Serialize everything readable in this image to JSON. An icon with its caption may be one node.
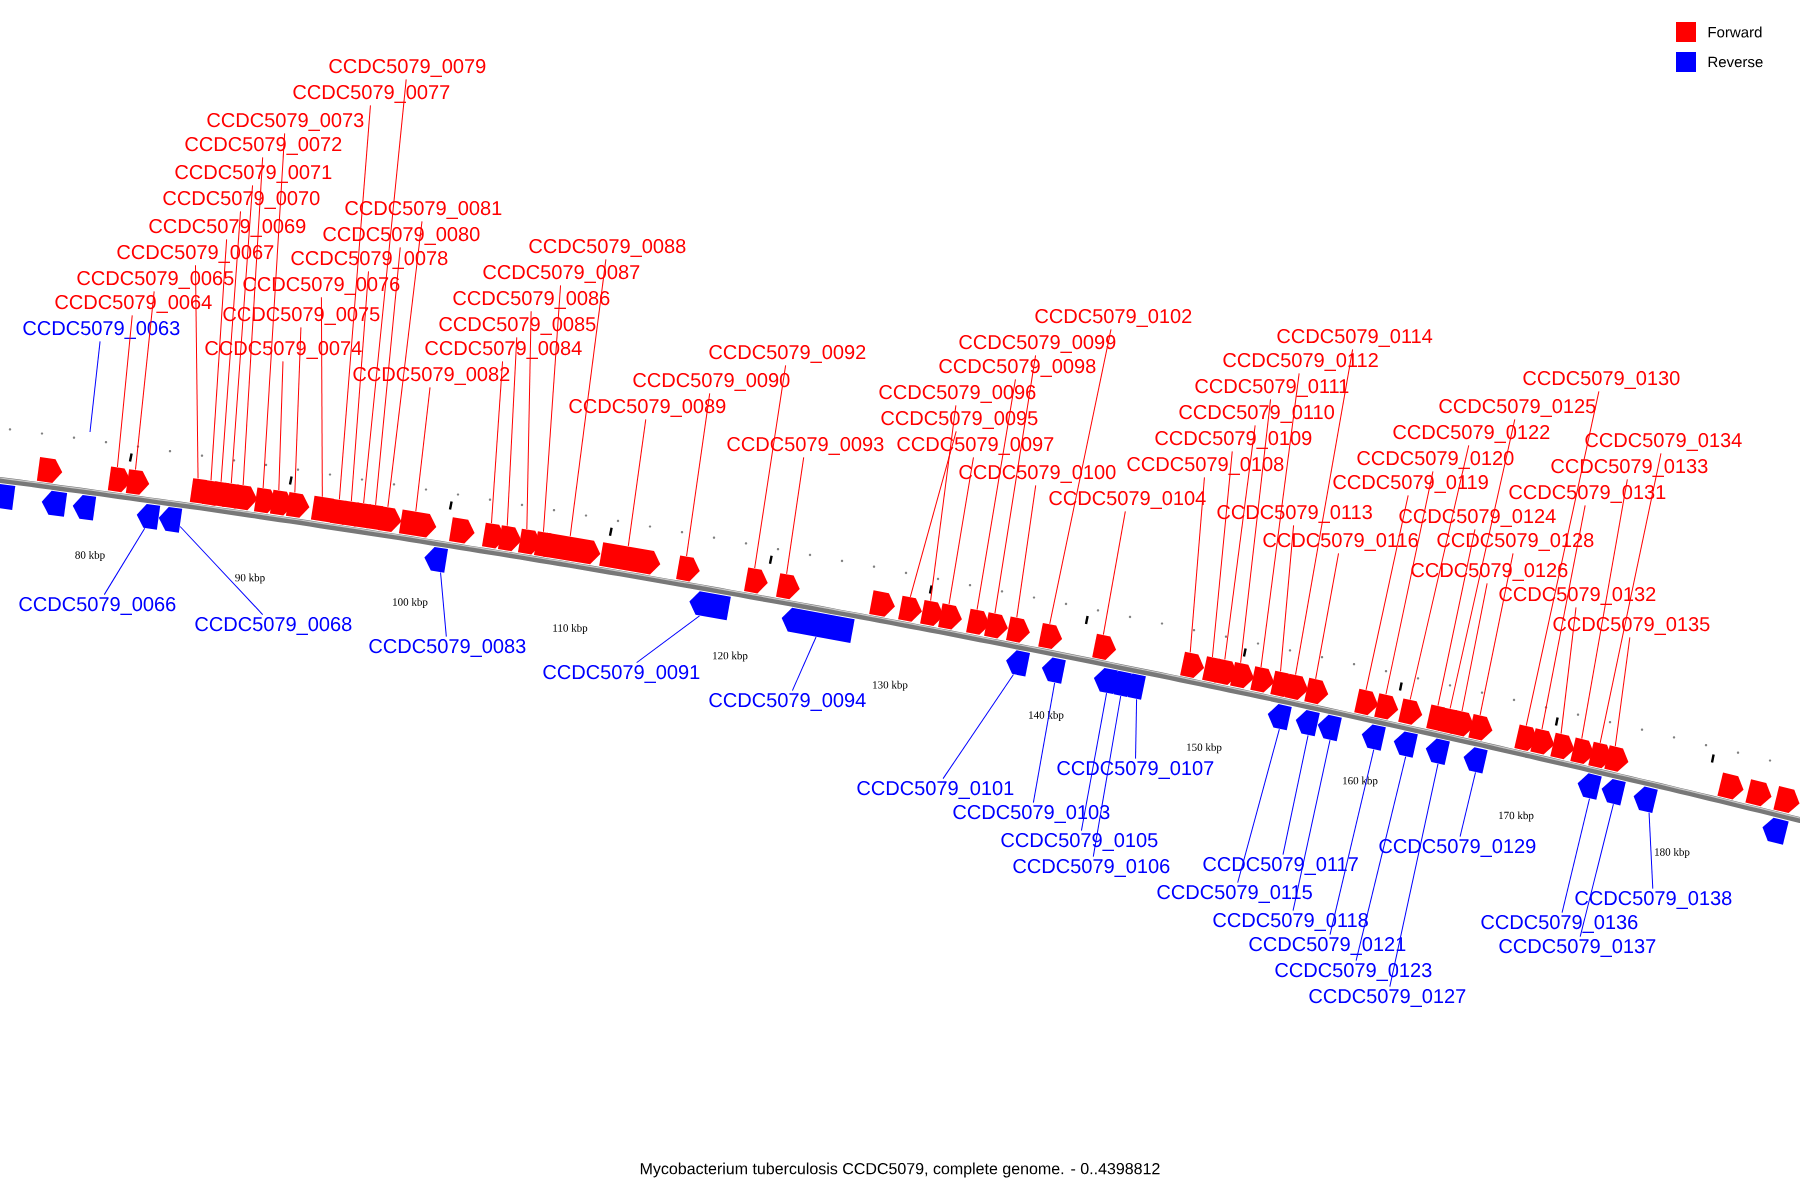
{
  "diagram": {
    "caption": "Mycobacterium tuberculosis CCDC5079, complete genome. - 0..4398812",
    "nodes": [
      {
        "text": [
          "CCDC5079_0063"
        ]
      },
      {
        "text": [
          "CCDC5079_0064"
        ]
      },
      {
        "text": [
          "CCDC5079_0065"
        ]
      },
      {
        "text": [
          "CCDC5079_0066"
        ]
      },
      {
        "text": [
          "CCDC5079_0067"
        ]
      },
      {
        "text": [
          "CCDC5079_0068"
        ]
      },
      {
        "text": [
          "CCDC5079_0069"
        ]
      },
      {
        "text": [
          "CCDC5079_0070"
        ]
      },
      {
        "text": [
          "CCDC5079_0071"
        ]
      },
      {
        "text": [
          "CCDC5079_0072"
        ]
      },
      {
        "text": [
          "CCDC5079_0073"
        ]
      },
      {
        "text": [
          "CCDC5079_0074"
        ]
      },
      {
        "text": [
          "CCDC5079_0075"
        ]
      },
      {
        "text": [
          "CCDC5079_0076"
        ]
      },
      {
        "text": [
          "CCDC5079_0077"
        ]
      },
      {
        "text": [
          "CCDC5079_0078"
        ]
      },
      {
        "text": [
          "CCDC5079_0079"
        ]
      },
      {
        "text": [
          "CCDC5079_0080"
        ]
      },
      {
        "text": [
          "CCDC5079_0081"
        ]
      },
      {
        "text": [
          "CCDC5079_0082"
        ]
      },
      {
        "text": [
          "CCDC5079_0083"
        ]
      },
      {
        "text": [
          "CCDC5079_0084"
        ]
      },
      {
        "text": [
          "CCDC5079_0085"
        ]
      },
      {
        "text": [
          "CCDC5079_0086"
        ]
      },
      {
        "text": [
          "CCDC5079_0087"
        ]
      },
      {
        "text": [
          "CCDC5079_0088"
        ]
      },
      {
        "text": [
          "CCDC5079_0089"
        ]
      },
      {
        "text": [
          "CCDC5079_0090"
        ]
      },
      {
        "text": [
          "CCDC5079_0091"
        ]
      },
      {
        "text": [
          "CCDC5079_0092"
        ]
      },
      {
        "text": [
          "CCDC5079_0093"
        ]
      },
      {
        "text": [
          "CCDC5079_0094"
        ]
      },
      {
        "text": [
          "CCDC5079_0095"
        ]
      },
      {
        "text": [
          "CCDC5079_0096"
        ]
      },
      {
        "text": [
          "CCDC5079_0097"
        ]
      },
      {
        "text": [
          "CCDC5079_0098"
        ]
      },
      {
        "text": [
          "CCDC5079_0099"
        ]
      },
      {
        "text": [
          "CCDC5079_0100"
        ]
      },
      {
        "text": [
          "CCDC5079_0101"
        ]
      },
      {
        "text": [
          "CCDC5079_0102"
        ]
      },
      {
        "text": [
          "CCDC5079_0103"
        ]
      },
      {
        "text": [
          "CCDC5079_0104"
        ]
      },
      {
        "text": [
          "CCDC5079_0105"
        ]
      },
      {
        "text": [
          "CCDC5079_0106"
        ]
      },
      {
        "text": [
          "CCDC5079_0107"
        ]
      },
      {
        "text": [
          "CCDC5079_0108"
        ]
      },
      {
        "text": [
          "CCDC5079_0109"
        ]
      },
      {
        "text": [
          "CCDC5079_0110"
        ]
      },
      {
        "text": [
          "CCDC5079_0111"
        ]
      },
      {
        "text": [
          "CCDC5079_0112"
        ]
      },
      {
        "text": [
          "CCDC5079_0113"
        ]
      },
      {
        "text": [
          "CCDC5079_0114"
        ]
      },
      {
        "text": [
          "CCDC5079_0115"
        ]
      },
      {
        "text": [
          "CCDC5079_0116"
        ]
      },
      {
        "text": [
          "CCDC5079_0117"
        ]
      },
      {
        "text": [
          "CCDC5079_0118"
        ]
      },
      {
        "text": [
          "CCDC5079_0119"
        ]
      },
      {
        "text": [
          "CCDC5079_0120"
        ]
      },
      {
        "text": [
          "CCDC5079_0121"
        ]
      },
      {
        "text": [
          "CCDC5079_0122"
        ]
      },
      {
        "text": [
          "CCDC5079_0123"
        ]
      },
      {
        "text": [
          "CCDC5079_0124"
        ]
      },
      {
        "text": [
          "CCDC5079_0125"
        ]
      },
      {
        "text": [
          "CCDC5079_0126"
        ]
      },
      {
        "text": [
          "CCDC5079_0127"
        ]
      },
      {
        "text": [
          "CCDC5079_0128"
        ]
      },
      {
        "text": [
          "CCDC5079_0129"
        ]
      },
      {
        "text": [
          "CCDC5079_0130"
        ]
      },
      {
        "text": [
          "CCDC5079_0131"
        ]
      },
      {
        "text": [
          "CCDC5079_0132"
        ]
      },
      {
        "text": [
          "CCDC5079_0133"
        ]
      },
      {
        "text": [
          "CCDC5079_0134"
        ]
      },
      {
        "text": [
          "CCDC5079_0135"
        ]
      },
      {
        "text": [
          "CCDC5079_0136"
        ]
      },
      {
        "text": [
          "CCDC5079_0137"
        ]
      },
      {
        "text": [
          "CCDC5079_0138"
        ]
      },
      {
        "text": [],
        "shape": "arrow"
      },
      {
        "text": [],
        "shape": "arrow"
      },
      {
        "text": [],
        "shape": "arrow"
      },
      {
        "text": [],
        "shape": "arrow"
      },
      {
        "text": [],
        "shape": "arrow"
      },
      {
        "text": [],
        "shape": "arrow"
      },
      {
        "text": [],
        "shape": "arrow"
      },
      {
        "text": [],
        "shape": "arrow"
      },
      {
        "text": [],
        "shape": "arrow"
      },
      {
        "text": [],
        "shape": "arrow"
      },
      {
        "text": [],
        "shape": "arrow"
      },
      {
        "text": [],
        "shape": "arrow"
      },
      {
        "text": [],
        "shape": "arrow"
      },
      {
        "text": [],
        "shape": "arrow"
      },
      {
        "text": [],
        "shape": "arrow"
      },
      {
        "text": [],
        "shape": "arrow"
      },
      {
        "text": [],
        "shape": "arrow"
      },
      {
        "text": [],
        "shape": "arrow"
      },
      {
        "text": [],
        "shape": "arrow"
      },
      {
        "text": [],
        "shape": "arrow"
      },
      {
        "text": [],
        "shape": "arrow"
      },
      {
        "text": [],
        "shape": "arrow"
      },
      {
        "text": [],
        "shape": "arrow"
      },
      {
        "text": [],
        "shape": "arrow"
      },
      {
        "text": [],
        "shape": "arrow"
      },
      {
        "text": [],
        "shape": "arrow"
      },
      {
        "text": [],
        "shape": "arrow"
      },
      {
        "text": [],
        "shape": "arrow"
      },
      {
        "text": [],
        "shape": "arrow"
      },
      {
        "text": [],
        "shape": "arrow"
      },
      {
        "text": [],
        "shape": "arrow"
      },
      {
        "text": [],
        "shape": "arrow"
      },
      {
        "text": [],
        "shape": "arrow"
      },
      {
        "text": [],
        "shape": "arrow"
      },
      {
        "text": [],
        "shape": "arrow"
      },
      {
        "text": [],
        "shape": "arrow"
      },
      {
        "text": [],
        "shape": "arrow"
      },
      {
        "text": [],
        "shape": "arrow"
      },
      {
        "text": [],
        "shape": "arrow"
      },
      {
        "text": [],
        "shape": "arrow"
      },
      {
        "text": [],
        "shape": "arrow"
      },
      {
        "text": [],
        "shape": "arrow"
      },
      {
        "text": [],
        "shape": "arrow"
      },
      {
        "text": [],
        "shape": "arrow"
      },
      {
        "text": [],
        "shape": "arrow"
      },
      {
        "text": [],
        "shape": "arrow"
      },
      {
        "text": [],
        "shape": "arrow"
      },
      {
        "text": [],
        "shape": "arrow"
      },
      {
        "text": [],
        "shape": "arrow"
      },
      {
        "text": [],
        "shape": "arrow"
      },
      {
        "text": [],
        "shape": "arrow"
      },
      {
        "text": [],
        "shape": "arrow"
      },
      {
        "text": [],
        "shape": "arrow"
      },
      {
        "text": [],
        "shape": "arrow"
      },
      {
        "text": [],
        "shape": "arrow"
      },
      {
        "text": [],
        "shape": "arrow"
      },
      {
        "text": [],
        "shape": "arrow"
      },
      {
        "text": [],
        "shape": "arrow"
      },
      {
        "text": [],
        "shape": "arrow"
      },
      {
        "text": [],
        "shape": "arrow"
      },
      {
        "text": [],
        "shape": "arrow"
      },
      {
        "text": [],
        "shape": "arrow"
      },
      {
        "text": [],
        "shape": "arrow"
      },
      {
        "text": [],
        "shape": "arrow"
      },
      {
        "text": [],
        "shape": "arrow"
      },
      {
        "text": [],
        "shape": "arrow"
      },
      {
        "text": [],
        "shape": "arrow"
      },
      {
        "text": [],
        "shape": "arrow"
      },
      {
        "text": [],
        "shape": "arrow"
      },
      {
        "text": [],
        "shape": "arrow"
      },
      {
        "text": [],
        "shape": "arrow"
      },
      {
        "text": [],
        "shape": "arrow"
      },
      {
        "text": [],
        "shape": "arrow"
      },
      {
        "text": [],
        "shape": "arrow"
      },
      {
        "text": [],
        "shape": "arrow"
      },
      {
        "text": [],
        "shape": "arrow"
      },
      {
        "text": [],
        "shape": "arrow"
      },
      {
        "text": [],
        "shape": "arrow"
      },
      {
        "text": [],
        "shape": "arrow"
      },
      {
        "text": [],
        "shape": "arrow"
      },
      {
        "text": [],
        "shape": "arrow"
      },
      {
        "text": [],
        "shape": "arrow"
      },
      {
        "text": [],
        "shape": "arrow"
      },
      {
        "text": [],
        "shape": "arrow"
      },
      {
        "text": [],
        "shape": "arrow"
      }
    ],
    "edges": [
      {
        "from": 0,
        "to": null,
        "arrow": "none",
        "color": "#0000ff"
      },
      {
        "from": 1,
        "to": 77,
        "arrow": "none"
      },
      {
        "from": 2,
        "to": 78,
        "arrow": "none"
      },
      {
        "from": 3,
        "to": 79,
        "arrow": "none",
        "color": "#0000ff"
      },
      {
        "from": 4,
        "to": 80,
        "arrow": "none"
      },
      {
        "from": 5,
        "to": 81,
        "arrow": "none",
        "color": "#0000ff"
      },
      {
        "from": 6,
        "to": 82,
        "arrow": "none"
      },
      {
        "from": 7,
        "to": 83,
        "arrow": "none"
      },
      {
        "from": 8,
        "to": 84,
        "arrow": "none"
      },
      {
        "from": 9,
        "to": 85,
        "arrow": "none"
      },
      {
        "from": 10,
        "to": 86,
        "arrow": "none"
      },
      {
        "from": 11,
        "to": 87,
        "arrow": "none"
      },
      {
        "from": 12,
        "to": 88,
        "arrow": "none"
      },
      {
        "from": 13,
        "to": 89,
        "arrow": "none"
      },
      {
        "from": 14,
        "to": 90,
        "arrow": "none"
      },
      {
        "from": 15,
        "to": 91,
        "arrow": "none"
      },
      {
        "from": 16,
        "to": 92,
        "arrow": "none"
      },
      {
        "from": 17,
        "to": 93,
        "arrow": "none"
      },
      {
        "from": 18,
        "to": 94,
        "arrow": "none"
      },
      {
        "from": 19,
        "to": 95,
        "arrow": "none"
      },
      {
        "from": 20,
        "to": 96,
        "arrow": "none",
        "color": "#0000ff"
      },
      {
        "from": 21,
        "to": 97,
        "arrow": "none"
      },
      {
        "from": 22,
        "to": 98,
        "arrow": "none"
      },
      {
        "from": 23,
        "to": 99,
        "arrow": "none"
      },
      {
        "from": 24,
        "to": 100,
        "arrow": "none"
      },
      {
        "from": 25,
        "to": 101,
        "arrow": "none"
      },
      {
        "from": 26,
        "to": 102,
        "arrow": "none"
      },
      {
        "from": 27,
        "to": 103,
        "arrow": "none"
      },
      {
        "from": 28,
        "to": 104,
        "arrow": "none",
        "color": "#0000ff"
      },
      {
        "from": 29,
        "to": 105,
        "arrow": "none"
      },
      {
        "from": 30,
        "to": 106,
        "arrow": "none"
      },
      {
        "from": 31,
        "to": 107,
        "arrow": "none",
        "color": "#0000ff"
      },
      {
        "from": 32,
        "to": 108,
        "arrow": "none"
      },
      {
        "from": 33,
        "to": 109,
        "arrow": "none"
      },
      {
        "from": 34,
        "to": 110,
        "arrow": "none"
      },
      {
        "from": 35,
        "to": 111,
        "arrow": "none"
      },
      {
        "from": 36,
        "to": 112,
        "arrow": "none"
      },
      {
        "from": 37,
        "to": 113,
        "arrow": "none"
      },
      {
        "from": 38,
        "to": 114,
        "arrow": "none",
        "color": "#0000ff"
      },
      {
        "from": 39,
        "to": 115,
        "arrow": "none"
      },
      {
        "from": 40,
        "to": 116,
        "arrow": "none",
        "color": "#0000ff"
      },
      {
        "from": 41,
        "to": 117,
        "arrow": "none"
      },
      {
        "from": 42,
        "to": 118,
        "arrow": "none",
        "color": "#0000ff"
      },
      {
        "from": 43,
        "to": 119,
        "arrow": "none",
        "color": "#0000ff"
      },
      {
        "from": 44,
        "to": 120,
        "arrow": "none",
        "color": "#0000ff"
      },
      {
        "from": 45,
        "to": 121,
        "arrow": "none"
      },
      {
        "from": 46,
        "to": 122,
        "arrow": "none"
      },
      {
        "from": 47,
        "to": 123,
        "arrow": "none"
      },
      {
        "from": 48,
        "to": 124,
        "arrow": "none"
      },
      {
        "from": 49,
        "to": 125,
        "arrow": "none"
      },
      {
        "from": 50,
        "to": 126,
        "arrow": "none"
      },
      {
        "from": 51,
        "to": 127,
        "arrow": "none"
      },
      {
        "from": 52,
        "to": 128,
        "arrow": "none",
        "color": "#0000ff"
      },
      {
        "from": 53,
        "to": 129,
        "arrow": "none"
      },
      {
        "from": 54,
        "to": 130,
        "arrow": "none",
        "color": "#0000ff"
      },
      {
        "from": 55,
        "to": 131,
        "arrow": "none",
        "color": "#0000ff"
      },
      {
        "from": 56,
        "to": 132,
        "arrow": "none"
      },
      {
        "from": 57,
        "to": 133,
        "arrow": "none"
      },
      {
        "from": 58,
        "to": 134,
        "arrow": "none",
        "color": "#0000ff"
      },
      {
        "from": 59,
        "to": 135,
        "arrow": "none"
      },
      {
        "from": 60,
        "to": 136,
        "arrow": "none",
        "color": "#0000ff"
      },
      {
        "from": 61,
        "to": 137,
        "arrow": "none"
      },
      {
        "from": 62,
        "to": 138,
        "arrow": "none"
      },
      {
        "from": 63,
        "to": 139,
        "arrow": "none"
      },
      {
        "from": 64,
        "to": 140,
        "arrow": "none",
        "color": "#0000ff"
      },
      {
        "from": 65,
        "to": 141,
        "arrow": "none"
      },
      {
        "from": 66,
        "to": 142,
        "arrow": "none",
        "color": "#0000ff"
      },
      {
        "from": 67,
        "to": 143,
        "arrow": "none"
      },
      {
        "from": 68,
        "to": 144,
        "arrow": "none"
      },
      {
        "from": 69,
        "to": 145,
        "arrow": "none"
      },
      {
        "from": 70,
        "to": 146,
        "arrow": "none"
      },
      {
        "from": 71,
        "to": 147,
        "arrow": "none"
      },
      {
        "from": 72,
        "to": 148,
        "arrow": "none"
      },
      {
        "from": 73,
        "to": 149,
        "arrow": "none",
        "color": "#0000ff"
      },
      {
        "from": 74,
        "to": 150,
        "arrow": "none",
        "color": "#0000ff"
      },
      {
        "from": 75,
        "to": 151,
        "arrow": "none",
        "color": "#0000ff"
      }
    ],
    "labels": [
      "80 kbp",
      "90 kbp",
      "100 kbp",
      "110 kbp",
      "120 kbp",
      "130 kbp",
      "140 kbp",
      "150 kbp",
      "160 kbp",
      "170 kbp",
      "180 kbp"
    ],
    "legend": [
      {
        "text": "Forward",
        "color": "#ff0000"
      },
      {
        "text": "Reverse",
        "color": "#0000ff"
      }
    ]
  }
}
